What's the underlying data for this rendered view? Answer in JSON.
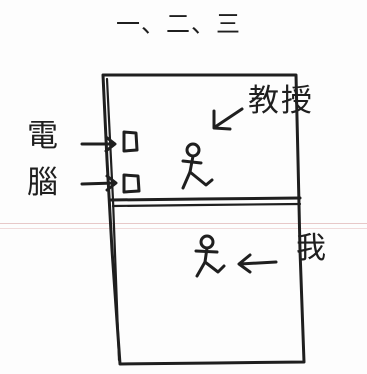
{
  "diagram": {
    "title": "一、二、三",
    "labels": {
      "professor": "教授",
      "me": "我",
      "computer_line1": "電",
      "computer_line2": "腦"
    },
    "colors": {
      "ink": "#1f1f1f",
      "paper": "#fdfdfd",
      "ruled_line": "#e7c8c8"
    }
  }
}
